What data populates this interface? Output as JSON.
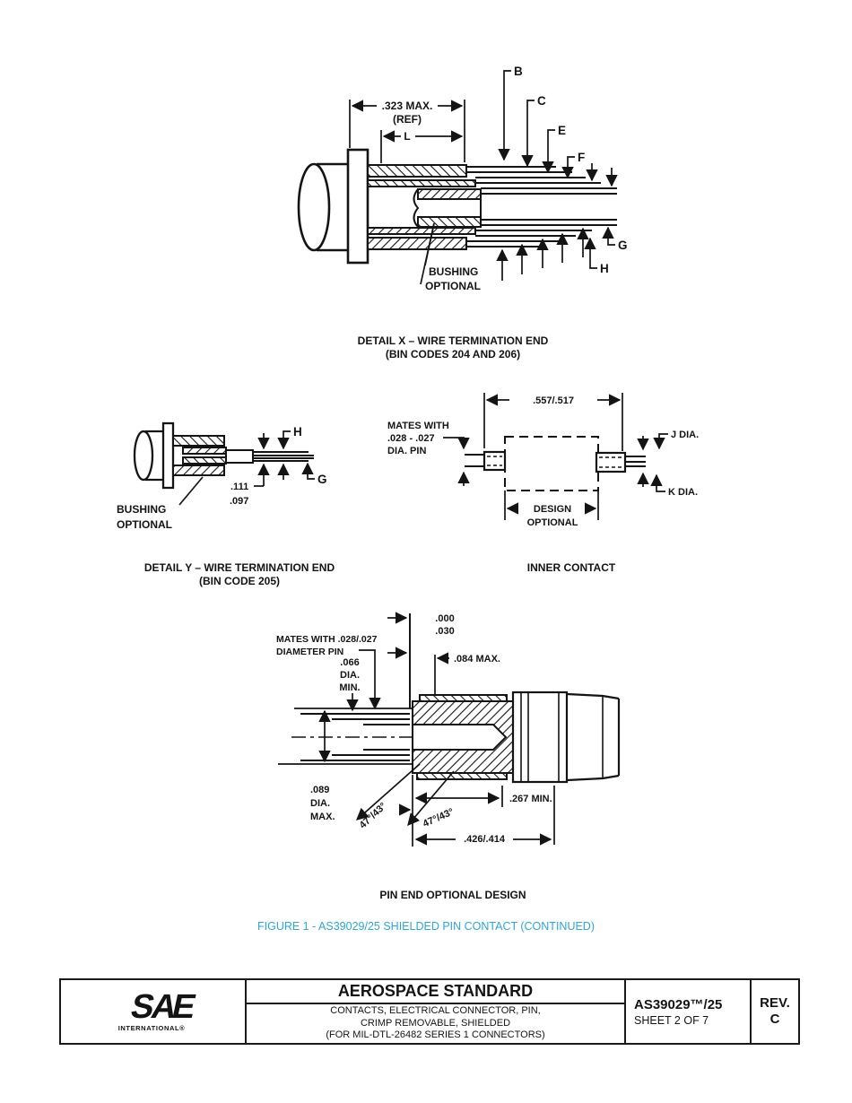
{
  "detail_x": {
    "dim_max": ".323 MAX.",
    "dim_ref": "(REF)",
    "dim_l": "L",
    "label_b": "B",
    "label_c": "C",
    "label_e": "E",
    "label_f": "F",
    "label_g": "G",
    "label_h": "H",
    "bushing1": "BUSHING",
    "bushing2": "OPTIONAL",
    "caption1": "DETAIL X – WIRE TERMINATION END",
    "caption2": "(BIN CODES 204 AND 206)"
  },
  "detail_y": {
    "label_h": "H",
    "label_g": "G",
    "dim_111": ".111",
    "dim_097": ".097",
    "bushing1": "BUSHING",
    "bushing2": "OPTIONAL",
    "caption1": "DETAIL Y – WIRE TERMINATION END",
    "caption2": "(BIN CODE 205)"
  },
  "inner_contact": {
    "dim_length": ".557/.517",
    "mates1": "MATES WITH",
    "mates2": ".028 - .027",
    "mates3": "DIA. PIN",
    "j_dia": "J DIA.",
    "k_dia": "K DIA.",
    "design1": "DESIGN",
    "design2": "OPTIONAL",
    "caption": "INNER CONTACT"
  },
  "pin_end": {
    "dim_000": ".000",
    "dim_030": ".030",
    "mates1": "MATES WITH .028/.027",
    "mates2": "DIAMETER PIN",
    "dim_066_1": ".066",
    "dim_066_2": "DIA.",
    "dim_066_3": "MIN.",
    "dim_084": ".084 MAX.",
    "dim_089_1": ".089",
    "dim_089_2": "DIA.",
    "dim_089_3": "MAX.",
    "angle_1": "47°/43°",
    "angle_2": "47°/43°",
    "dim_267": ".267 MIN.",
    "dim_426": ".426/.414",
    "caption": "PIN END OPTIONAL DESIGN"
  },
  "figure": {
    "caption": "FIGURE 1 - AS39029/25 SHIELDED PIN CONTACT (CONTINUED)",
    "caption_color": "#2ca5e0"
  },
  "footer": {
    "logo_s": "S",
    "logo_a": "A",
    "logo_e": "E",
    "logo_sub": "INTERNATIONAL®",
    "logo_color_s": "#2fa9e1",
    "logo_color_a": "#1e3f97",
    "logo_color_e": "#1c79c4",
    "logo_sub_color": "#1c75bc",
    "title": "AEROSPACE STANDARD",
    "sub1": "CONTACTS, ELECTRICAL CONNECTOR, PIN,",
    "sub2": "CRIMP REMOVABLE, SHIELDED",
    "sub3": "(FOR MIL-DTL-26482 SERIES 1 CONNECTORS)",
    "doc_number": "AS39029™/25",
    "sheet": "SHEET 2 OF 7",
    "rev_label": "REV.",
    "rev_value": "C"
  }
}
